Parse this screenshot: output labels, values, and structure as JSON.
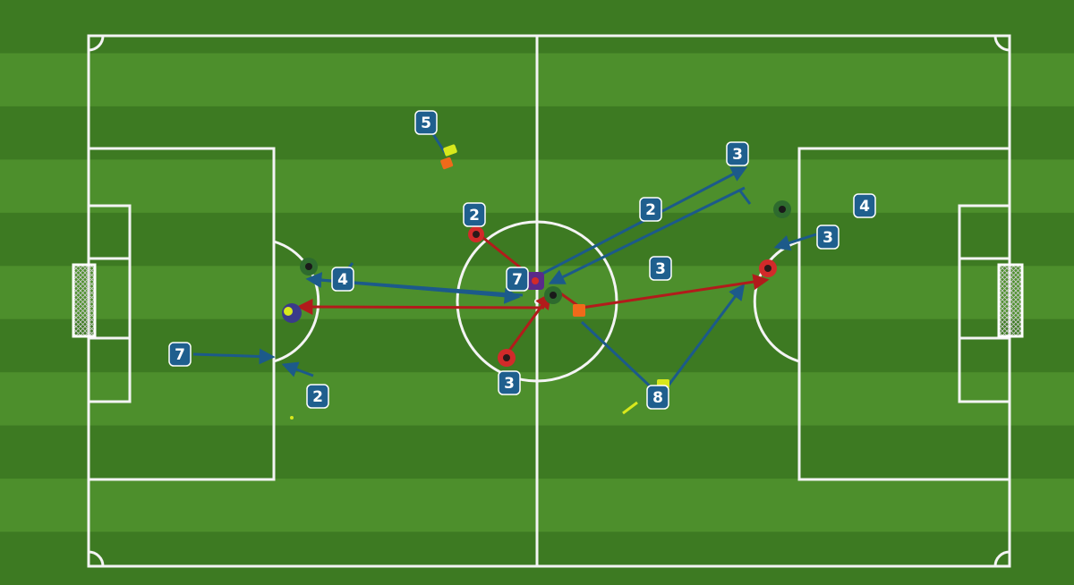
{
  "colors": {
    "grass_light": "#4d8f2c",
    "grass_dark": "#3d7a22",
    "lines": "#f4f4f4",
    "badge_fill": "#1f5f8e",
    "badge_text": "#ffffff",
    "pass_blue": "#1c5a8a",
    "pass_red": "#b21b1b",
    "team_green": "#2e6b2e",
    "team_red": "#d22a2a",
    "keeper_blue": "#3a3a8a",
    "cone_orange": "#f06a1a",
    "marker_yellow": "#d8e81c"
  },
  "labels": [
    "5",
    "2",
    "7",
    "4",
    "7",
    "2",
    "3",
    "2",
    "3",
    "3",
    "3",
    "4",
    "8"
  ],
  "icons": {
    "player": "player-icon",
    "cone": "cone-icon",
    "ball": "ball-icon",
    "goal": "goal-icon"
  }
}
